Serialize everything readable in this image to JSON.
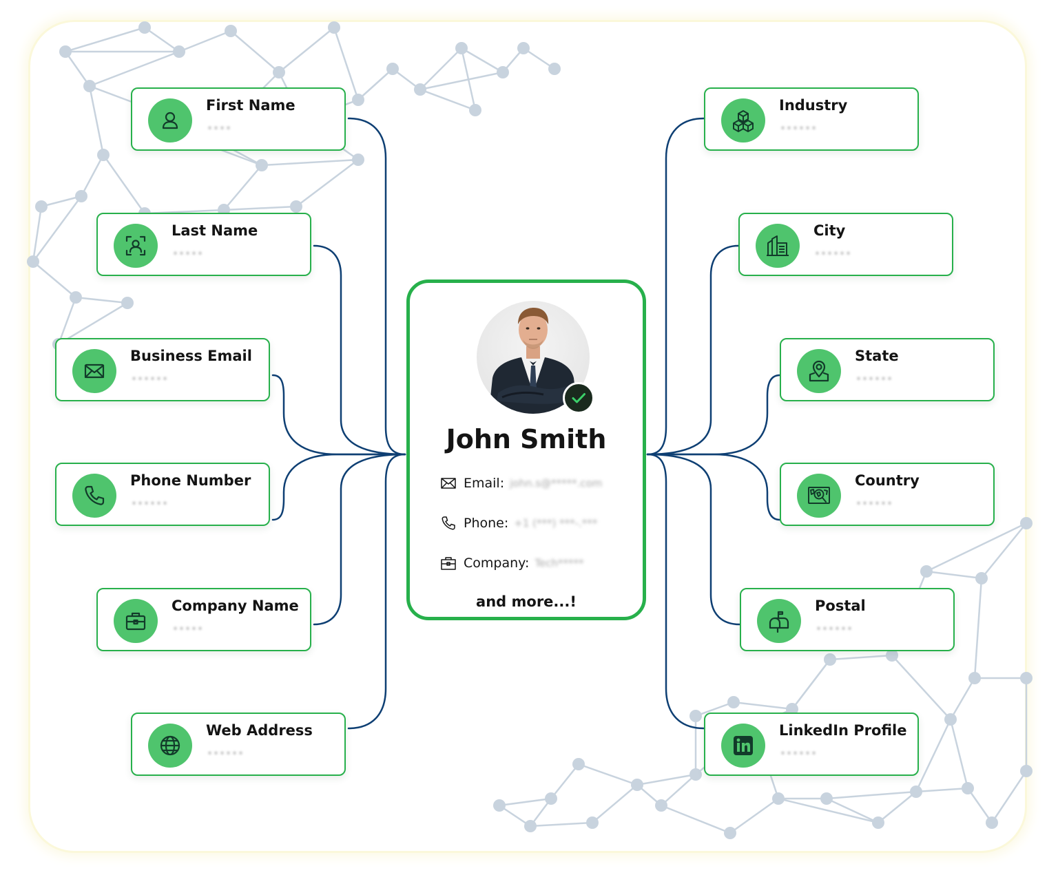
{
  "colors": {
    "accent_green": "#27b04b",
    "icon_green": "#4fc46d",
    "connector_blue": "#0e3f73",
    "network_gray": "#c8d3de"
  },
  "profile": {
    "name": "John Smith",
    "verified_icon": "check-icon",
    "details": [
      {
        "icon": "mail-icon",
        "label": "Email:",
        "value": "john.s@*****.com"
      },
      {
        "icon": "phone-icon",
        "label": "Phone:",
        "value": "+1 (***) ***-.***"
      },
      {
        "icon": "briefcase-icon",
        "label": "Company:",
        "value": "Tech*****"
      }
    ],
    "more_text": "and more...!"
  },
  "left_fields": [
    {
      "label": "First Name",
      "icon": "user-icon",
      "masked": "****"
    },
    {
      "label": "Last Name",
      "icon": "face-scan-icon",
      "masked": "*****"
    },
    {
      "label": "Business Email",
      "icon": "mail-icon",
      "masked": "******"
    },
    {
      "label": "Phone Number",
      "icon": "phone-icon",
      "masked": "******"
    },
    {
      "label": "Company Name",
      "icon": "briefcase-icon",
      "masked": "*****"
    },
    {
      "label": "Web Address",
      "icon": "globe-icon",
      "masked": "******"
    }
  ],
  "right_fields": [
    {
      "label": "Industry",
      "icon": "cubes-icon",
      "masked": "******"
    },
    {
      "label": "City",
      "icon": "buildings-icon",
      "masked": "******"
    },
    {
      "label": "State",
      "icon": "map-pin-icon",
      "masked": "******"
    },
    {
      "label": "Country",
      "icon": "world-map-icon",
      "masked": "******"
    },
    {
      "label": "Postal",
      "icon": "mailbox-icon",
      "masked": "******"
    },
    {
      "label": "LinkedIn Profile",
      "icon": "linkedin-icon",
      "masked": "******"
    }
  ]
}
